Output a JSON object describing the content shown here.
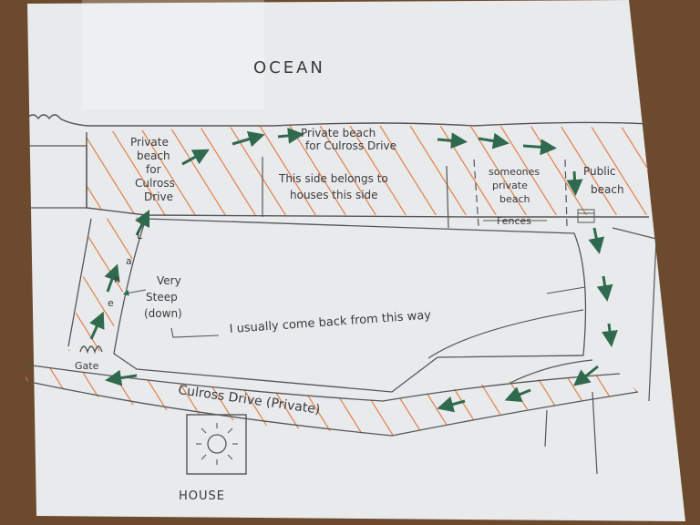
{
  "labels": {
    "ocean": "OCEAN",
    "private_beach_left_1": "Private",
    "private_beach_left_2": "beach",
    "private_beach_left_3": "for",
    "private_beach_left_4": "Culross",
    "private_beach_left_5": "Drive",
    "private_beach_top_1": "Private beach",
    "private_beach_top_2": "for Culross Drive",
    "this_side_1": "This side belongs to",
    "this_side_2": "houses this side",
    "someones_1": "someones",
    "someones_2": "private",
    "someones_3": "beach",
    "public_1": "Public",
    "public_2": "beach",
    "fences": "Fences",
    "very_steep_1": "Very",
    "very_steep_2": "Steep",
    "very_steep_3": "(down)",
    "come_back": "I usually come back from this way",
    "gate": "Gate",
    "culross_drive": "Culross Drive (Private)",
    "house": "HOUSE",
    "lane_letters": [
      "L",
      "a",
      "n",
      "e"
    ]
  },
  "colors": {
    "paper": "#e9eaec",
    "pencil": "#555555",
    "hatch": "#e0773a",
    "arrow": "#2f6a4e",
    "table": "#6b4a2e"
  }
}
